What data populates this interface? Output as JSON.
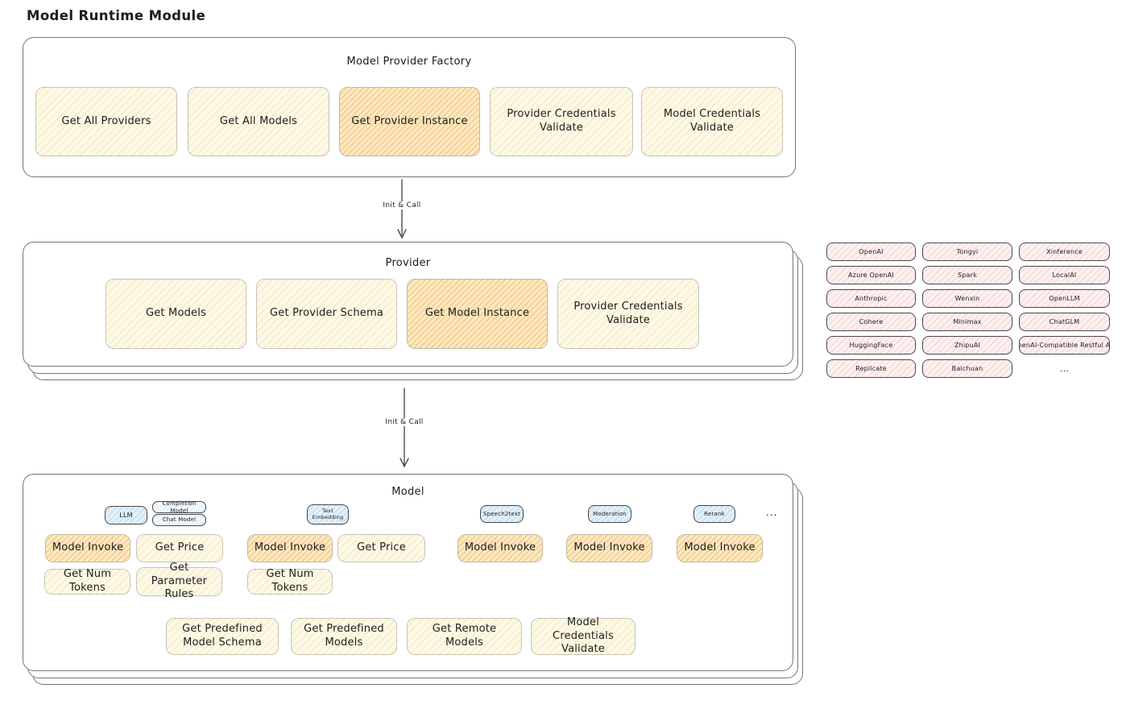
{
  "title": "Model Runtime Module",
  "factory": {
    "title": "Model Provider Factory",
    "boxes": [
      {
        "label": "Get All Providers",
        "highlight": false
      },
      {
        "label": "Get All Models",
        "highlight": false
      },
      {
        "label": "Get Provider Instance",
        "highlight": true
      },
      {
        "label": "Provider Credentials Validate",
        "highlight": false
      },
      {
        "label": "Model Credentials Validate",
        "highlight": false
      }
    ]
  },
  "arrows": {
    "label1": "Init & Call",
    "label2": "Init & Call"
  },
  "provider": {
    "title": "Provider",
    "boxes": [
      {
        "label": "Get Models",
        "highlight": false
      },
      {
        "label": "Get Provider Schema",
        "highlight": false
      },
      {
        "label": "Get Model Instance",
        "highlight": true
      },
      {
        "label": "Provider Credentials Validate",
        "highlight": false
      }
    ]
  },
  "provider_list": [
    "OpenAI",
    "Tongyi",
    "Xinference",
    "Azure OpenAI",
    "Spark",
    "LocalAI",
    "Anthropic",
    "Wenxin",
    "OpenLLM",
    "Cohere",
    "Minimax",
    "ChatGLM",
    "HuggingFace",
    "ZhipuAI",
    "OpenAI-Compatible Restful API",
    "Replicate",
    "Baichuan",
    "..."
  ],
  "model": {
    "title": "Model",
    "tags": {
      "llm": "LLM",
      "completion": "Completion Model",
      "chat": "Chat Model",
      "text_embedding": "Text Embedding",
      "speech2text": "Speech2text",
      "moderation": "Moderation",
      "rerank": "Rerank",
      "more": "..."
    },
    "labels": {
      "model_invoke": "Model Invoke",
      "get_price": "Get Price",
      "get_num_tokens": "Get Num Tokens",
      "get_parameter_rules": "Get Parameter Rules",
      "get_predefined_model_schema": "Get Predefined Model Schema",
      "get_predefined_models": "Get Predefined Models",
      "get_remote_models": "Get Remote Models",
      "model_credentials_validate": "Model Credentials Validate"
    }
  },
  "colors": {
    "yellow_fill": "#fdf9e8",
    "yellow_hatch": "#ebc85f",
    "orange_fill": "#fce9c2",
    "orange_hatch": "#e69e3a",
    "pink_fill": "#fdf1f0",
    "pink_hatch": "#e5857c",
    "blue_fill": "#e2f0fa",
    "blue_hatch": "#6ea5d7",
    "panel_stroke": "#757575",
    "node_stroke": "#8f8f8f",
    "text": "#1d1d1d"
  }
}
